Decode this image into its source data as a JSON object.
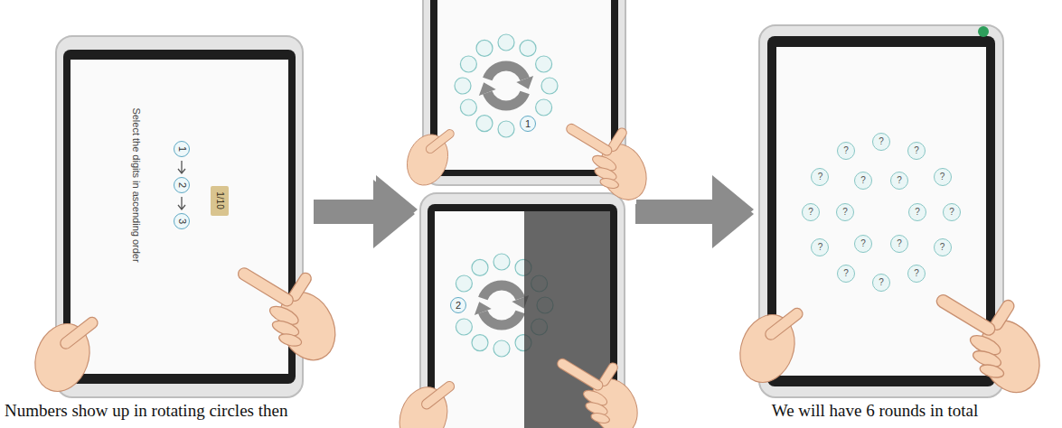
{
  "diagram": {
    "nodes": [
      {
        "text": [
          "Select the digits in ascending order"
        ]
      },
      {
        "text": [
          "1"
        ],
        "in": 0
      },
      {
        "text": [
          "2"
        ],
        "in": 0
      },
      {
        "text": [
          "3"
        ],
        "in": 0
      },
      {
        "text": [
          "1/10"
        ],
        "in": 0
      },
      {
        "text": []
      },
      {
        "text": [
          "1"
        ],
        "in": 5
      },
      {
        "text": []
      },
      {
        "text": [
          "2"
        ],
        "in": 7
      },
      {
        "text": []
      },
      {
        "text": [
          "?"
        ],
        "in": 9
      },
      {
        "text": [
          "?"
        ],
        "in": 9
      },
      {
        "text": [
          "?"
        ],
        "in": 9
      },
      {
        "text": [
          "?"
        ],
        "in": 9
      },
      {
        "text": [
          "?"
        ],
        "in": 9
      },
      {
        "text": [
          "?"
        ],
        "in": 9
      },
      {
        "text": [
          "?"
        ],
        "in": 9
      },
      {
        "text": [
          "?"
        ],
        "in": 9
      },
      {
        "text": [
          "?"
        ],
        "in": 9
      },
      {
        "text": [
          "?"
        ],
        "in": 9
      },
      {
        "text": [
          "?"
        ],
        "in": 9
      },
      {
        "text": [
          "?"
        ],
        "in": 9
      },
      {
        "text": [
          "?"
        ],
        "in": 9
      },
      {
        "text": [
          "?"
        ],
        "in": 9
      },
      {
        "text": [
          "?"
        ],
        "in": 9
      },
      {
        "text": [
          "?"
        ],
        "in": 9
      },
      {
        "text": [
          "?"
        ],
        "in": 9
      },
      {
        "text": [
          "?"
        ],
        "in": 9
      }
    ],
    "edges": [
      {
        "from": 0,
        "to": 5,
        "arrow": "to"
      },
      {
        "from": 0,
        "to": 7,
        "arrow": "to"
      },
      {
        "from": 5,
        "to": 9,
        "arrow": "to"
      },
      {
        "from": 7,
        "to": 9,
        "arrow": "to"
      }
    ],
    "labels": [
      "Numbers show up in rotating circles then",
      "We will have 6 rounds in total"
    ]
  }
}
